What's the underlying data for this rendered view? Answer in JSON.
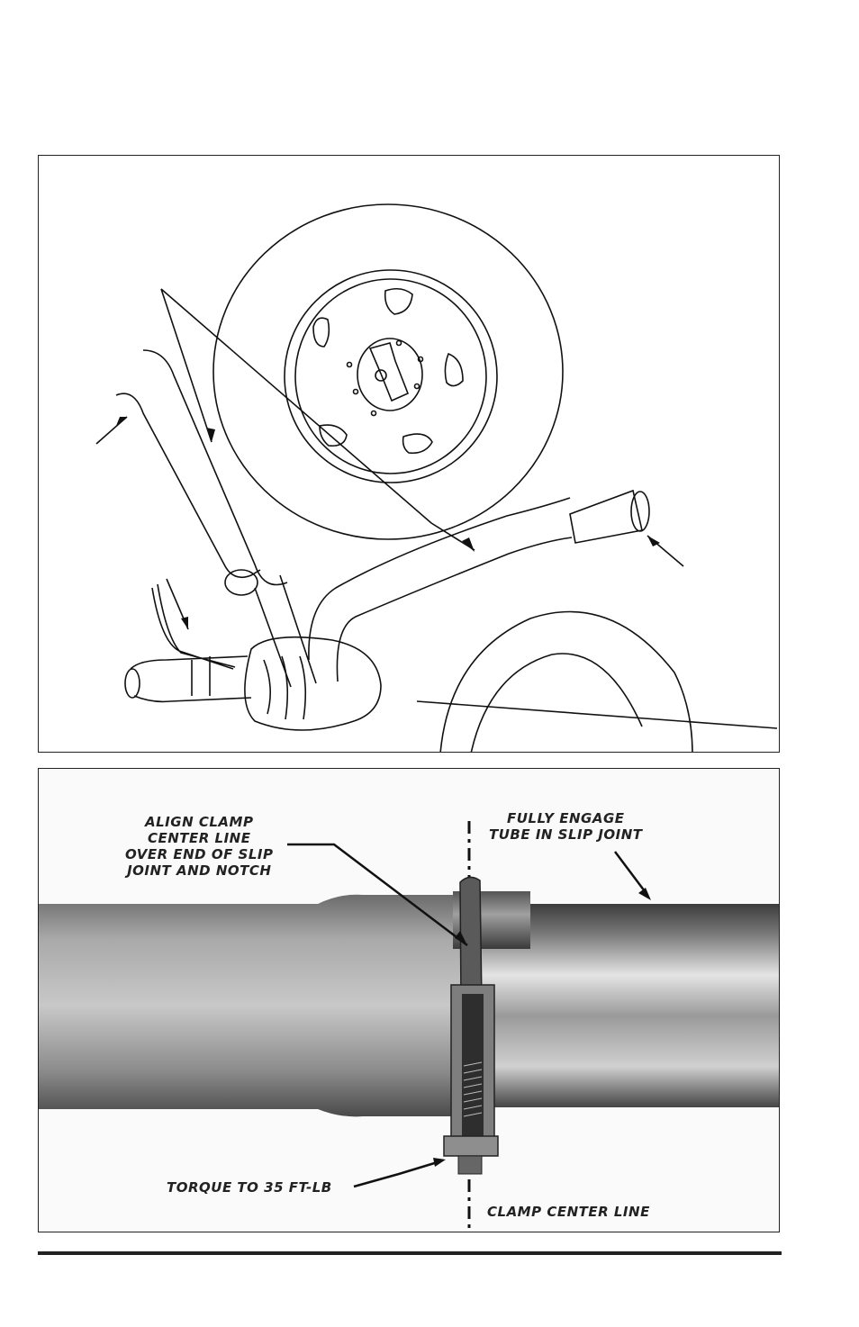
{
  "figure_top": {
    "description_alt": "line drawing of exhaust system"
  },
  "figure_bottom": {
    "labels": {
      "align": "ALIGN CLAMP\nCENTER LINE\nOVER END OF SLIP\nJOINT AND NOTCH",
      "engage": "FULLY ENGAGE\nTUBE IN SLIP JOINT",
      "torque": "TORQUE TO 35 FT-LB",
      "center": "CLAMP CENTER LINE"
    }
  }
}
